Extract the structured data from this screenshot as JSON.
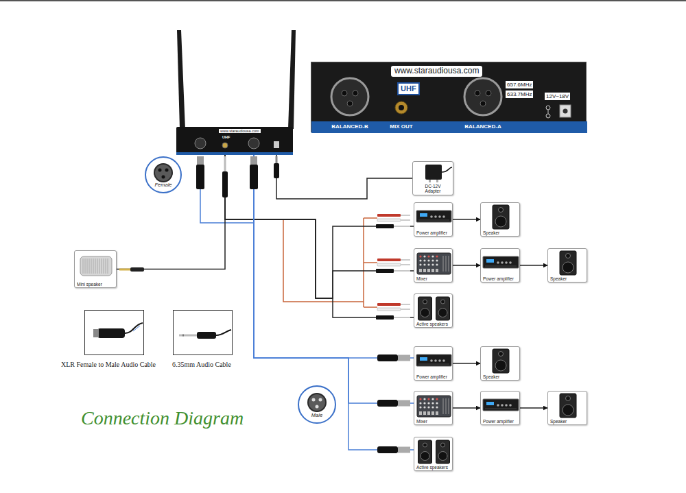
{
  "diagram": {
    "title": "Connection Diagram",
    "nodes": [
      {
        "text": [
          "www.staraudiousa.com",
          "UHF"
        ]
      },
      {
        "text": [
          "www.staraudiousa.com",
          "UHF",
          "657.6MHz",
          "633.7MHz",
          "12V~18V",
          "BALANCED-B",
          "MIX OUT",
          "BALANCED-A"
        ]
      },
      {
        "text": [
          "Female"
        ]
      },
      {
        "text": [
          "DC-12V Adapter"
        ]
      },
      {
        "text": [
          "Power amplifier"
        ]
      },
      {
        "text": [
          "Speaker"
        ]
      },
      {
        "text": [
          "Mini speaker"
        ]
      },
      {
        "text": [
          "Mixer"
        ]
      },
      {
        "text": [
          "Power amplifier"
        ]
      },
      {
        "text": [
          "Speaker"
        ]
      },
      {
        "text": [
          "Active speakers"
        ]
      },
      {
        "text": [
          "XLR Female to Male Audio Cable"
        ]
      },
      {
        "text": [
          "6.35mm Audio Cable"
        ]
      },
      {
        "text": [
          "Power amplifier"
        ]
      },
      {
        "text": [
          "Speaker"
        ]
      },
      {
        "text": [
          "Male"
        ]
      },
      {
        "text": [
          "Mixer"
        ]
      },
      {
        "text": [
          "Power amplifier"
        ]
      },
      {
        "text": [
          "Speaker"
        ]
      },
      {
        "text": [
          "Active speakers"
        ]
      }
    ],
    "edges": [
      {
        "from": 0,
        "to": 3,
        "arrow": "none"
      },
      {
        "from": 0,
        "to": 6,
        "arrow": "none"
      },
      {
        "from": 0,
        "to": 4,
        "arrow": "none"
      },
      {
        "from": 0,
        "to": 7,
        "arrow": "none"
      },
      {
        "from": 0,
        "to": 10,
        "arrow": "none"
      },
      {
        "from": 0,
        "to": 13,
        "arrow": "none"
      },
      {
        "from": 0,
        "to": 16,
        "arrow": "none"
      },
      {
        "from": 0,
        "to": 19,
        "arrow": "none"
      },
      {
        "from": 4,
        "to": 5,
        "arrow": "to"
      },
      {
        "from": 7,
        "to": 8,
        "arrow": "to"
      },
      {
        "from": 8,
        "to": 9,
        "arrow": "to"
      },
      {
        "from": 13,
        "to": 14,
        "arrow": "to"
      },
      {
        "from": 16,
        "to": 17,
        "arrow": "to"
      },
      {
        "from": 17,
        "to": 18,
        "arrow": "to"
      }
    ]
  }
}
